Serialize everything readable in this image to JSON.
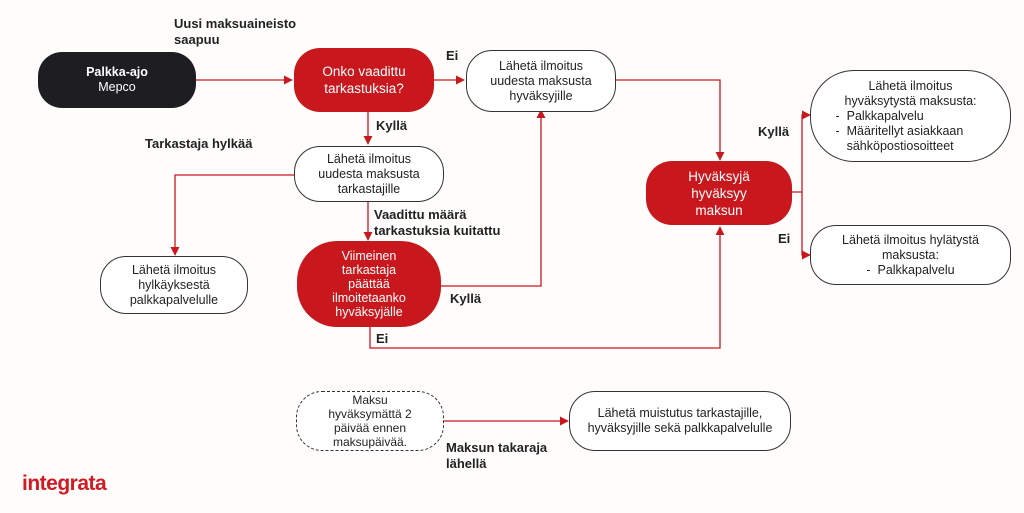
{
  "labels": {
    "new_data": "Uusi maksuaineisto\nsaapuu",
    "inspector_rejects": "Tarkastaja hylkää",
    "ei_top": "Ei",
    "kylla_mid": "Kyllä",
    "required_count": "Vaadittu määrä\ntarkastuksia kuitattu",
    "kylla_last": "Kyllä",
    "ei_bottom": "Ei",
    "kylla_right": "Kyllä",
    "ei_right": "Ei",
    "due_date": "Maksun takaraja\nlähellä"
  },
  "nodes": {
    "payroll": {
      "title": "Palkka-ajo",
      "subtitle": "Mepco"
    },
    "check_required": "Onko vaadittu\ntarkastuksia?",
    "notify_approvers": "Lähetä ilmoitus\nuudesta maksusta\nhyväksyjille",
    "notify_inspectors": "Lähetä ilmoitus\nuudesta maksusta\ntarkastajille",
    "notify_rejection": "Lähetä ilmoitus\nhylkäyksestä\npalkkapalvelulle",
    "last_inspector": "Viimeinen\ntarkastaja\npäättää\nilmoitetaanko\nhyväksyjälle",
    "approver_approves": "Hyväksyjä\nhyväksyy\nmaksun",
    "notify_approved": {
      "heading": "Lähetä ilmoitus\nhyväksytystä maksusta:",
      "items": [
        "Palkkapalvelu",
        "Määritellyt asiakkaan\nsähköpostiosoitteet"
      ]
    },
    "notify_declined": {
      "heading": "Lähetä ilmoitus hylätystä\nmaksusta:",
      "items": [
        "Palkkapalvelu"
      ]
    },
    "unapproved": "Maksu\nhyväksymättä 2\npäivää ennen\nmaksupäivää.",
    "reminder": "Lähetä muistutus tarkastajille,\nhyväksyjille sekä palkkapalvelulle"
  },
  "logo": "integrata",
  "colors": {
    "accent": "#c8181e",
    "dark": "#1d1d22",
    "line": "#c8181e"
  }
}
